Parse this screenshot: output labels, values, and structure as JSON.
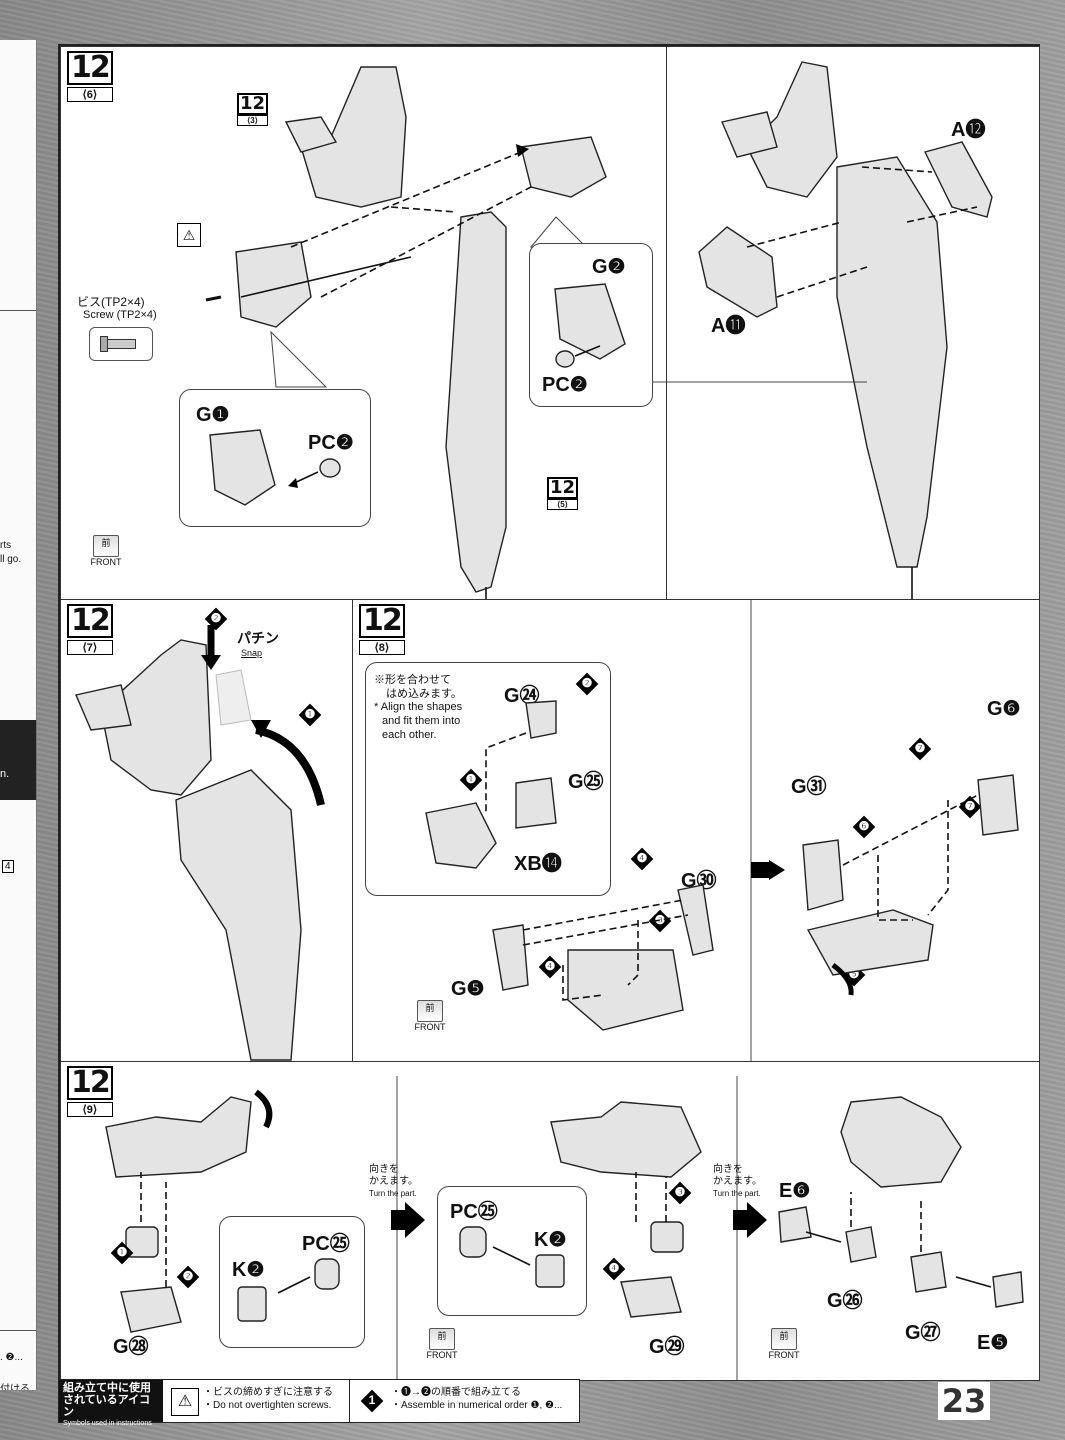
{
  "page_number": "23",
  "previous_page_fragments": [
    "rts",
    "ll go.",
    "n.",
    "4",
    ". ❷...",
    "付ける"
  ],
  "steps": {
    "s6": {
      "number": "12",
      "sub": "⟨6⟩",
      "ref_top": {
        "number": "12",
        "sub": "⟨3⟩"
      },
      "ref_bottom": {
        "number": "12",
        "sub": "⟨5⟩"
      },
      "screw_jp": "ビス(TP2×4)",
      "screw_en": "Screw (TP2×4)",
      "parts": [
        "G❶",
        "PC❷",
        "G❷",
        "PC❷",
        "A⓬",
        "A⓫"
      ]
    },
    "s7": {
      "number": "12",
      "sub": "⟨7⟩",
      "snap_jp": "パチン",
      "snap_en": "Snap",
      "seq": [
        "❷",
        "❶"
      ]
    },
    "s8": {
      "number": "12",
      "sub": "⟨8⟩",
      "note_jp_1": "※形を合わせて",
      "note_jp_2": "はめ込みます。",
      "note_en_1": "* Align the shapes",
      "note_en_2": "and fit them into",
      "note_en_3": "each other.",
      "parts": [
        "G㉔",
        "G㉕",
        "XB⓮",
        "G㉚",
        "G❺",
        "G❻",
        "G㉛"
      ],
      "seq": [
        "❷",
        "❶",
        "❹",
        "❸",
        "❹",
        "❼",
        "❼",
        "❻",
        "❺"
      ]
    },
    "s9": {
      "number": "12",
      "sub": "⟨9⟩",
      "turn_jp_1": "向きを",
      "turn_jp_2": "かえます。",
      "turn_en": "Turn the part.",
      "parts": [
        "PC㉕",
        "K❷",
        "G㉘",
        "PC㉕",
        "K❷",
        "G㉙",
        "E❻",
        "G㉖",
        "G㉗",
        "E❺"
      ],
      "seq": [
        "❶",
        "❷",
        "❸",
        "❹"
      ]
    }
  },
  "front": {
    "jp": "前",
    "en": "FRONT"
  },
  "legend": {
    "title_jp_1": "組み立て中に使用",
    "title_jp_2": "されているアイコン",
    "title_en": "Symbols used in instructions",
    "screw_jp": "・ビスの締めすぎに注意する",
    "screw_en": "・Do not overtighten screws.",
    "order_jp": "・❶→❷の順番で組み立てる",
    "order_en": "・Assemble in numerical order ❶, ❷..."
  }
}
